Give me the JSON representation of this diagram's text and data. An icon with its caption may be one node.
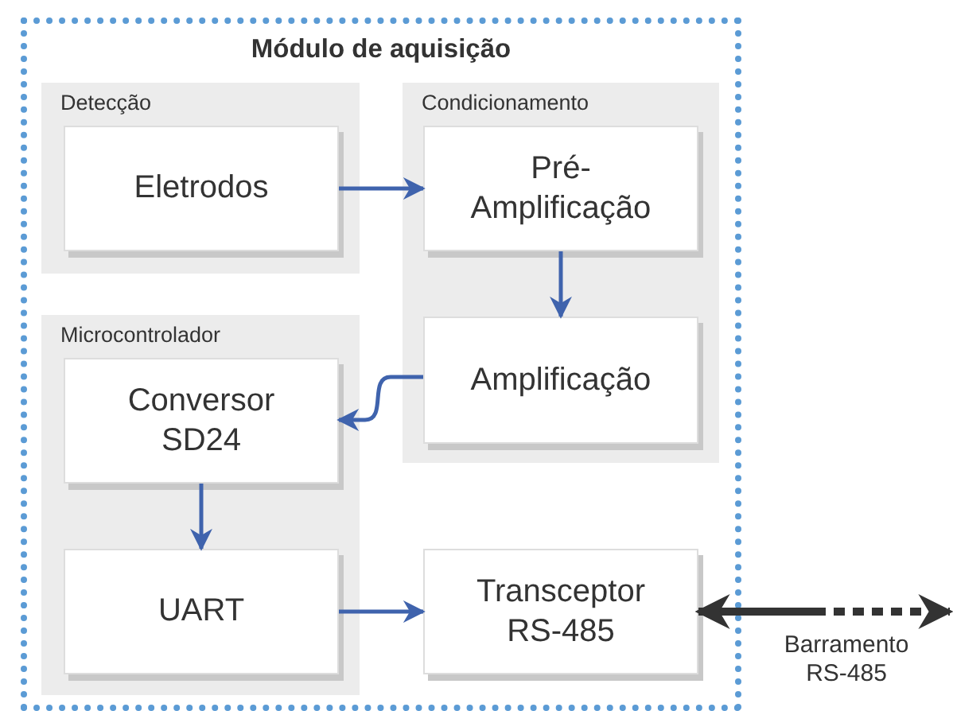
{
  "diagram": {
    "nodes": [
      {
        "text": [
          "Módulo de aquisição"
        ]
      },
      {
        "text": [
          "Detecção"
        ],
        "in": 0
      },
      {
        "text": [
          "Eletrodos"
        ],
        "in": 1
      },
      {
        "text": [
          "Condicionamento"
        ],
        "in": 0
      },
      {
        "text": [
          "Pré-Amplificação"
        ],
        "in": 3
      },
      {
        "text": [
          "Amplificação"
        ],
        "in": 3
      },
      {
        "text": [
          "Microcontrolador"
        ],
        "in": 0
      },
      {
        "text": [
          "Conversor SD24"
        ],
        "in": 6
      },
      {
        "text": [
          "UART"
        ],
        "in": 6
      },
      {
        "text": [
          "Transceptor RS-485"
        ],
        "in": 0
      }
    ],
    "edges": [
      {
        "from": 2,
        "to": 4,
        "arrow": "to"
      },
      {
        "from": 4,
        "to": 5,
        "arrow": "to"
      },
      {
        "from": 5,
        "to": 7,
        "arrow": "to"
      },
      {
        "from": 7,
        "to": 8,
        "arrow": "to"
      },
      {
        "from": 8,
        "to": 9,
        "arrow": "to"
      },
      {
        "from": 9,
        "to": null,
        "arrow": "both",
        "label": "Barramento RS-485",
        "style": "dashed",
        "color": "#333333"
      }
    ]
  }
}
